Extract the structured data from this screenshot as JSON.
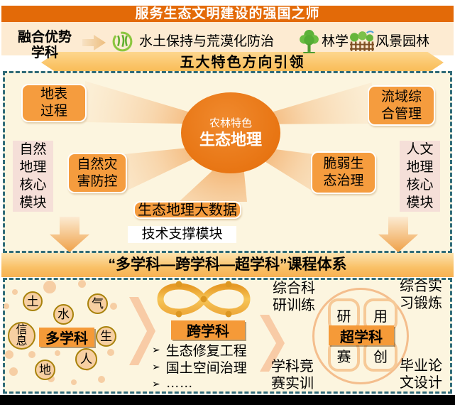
{
  "top_banner": {
    "text": "服务生态文明建设的强国之师"
  },
  "fusion": {
    "line1": "融合优势",
    "line2": "学科"
  },
  "disciplines": {
    "soil": "水土保持与荒漠化防治",
    "forestry": "林学",
    "landscape": "风景园林"
  },
  "ribbon": {
    "text": "五大特色方向引领"
  },
  "middle": {
    "center": {
      "top": "农林特色",
      "main": "生态地理"
    },
    "boxes": [
      {
        "id": "surface-process",
        "lines": [
          "地表",
          "过程"
        ]
      },
      {
        "id": "watershed-management",
        "lines": [
          "流域综",
          "合管理"
        ]
      },
      {
        "id": "disaster-prevention",
        "lines": [
          "自然灾",
          "害防控"
        ]
      },
      {
        "id": "fragile-eco-governance",
        "lines": [
          "脆弱生",
          "态治理"
        ]
      },
      {
        "id": "eco-geo-bigdata",
        "lines": [
          "生态地理大数据"
        ]
      }
    ],
    "support": "技术支撑模块",
    "left_module": [
      "自然",
      "地理",
      "核心",
      "模块"
    ],
    "right_module": [
      "人文",
      "地理",
      "核心",
      "模块"
    ]
  },
  "bottom_banner": {
    "text": "“多学科—跨学科—超学科”课程体系"
  },
  "bottom": {
    "multi": {
      "label": "多学科",
      "bubbles": [
        "土",
        "水",
        "气",
        "生",
        "人",
        "地"
      ],
      "info_bubble": [
        "信",
        "息"
      ]
    },
    "cross": {
      "label": "跨学科",
      "bullet": "➢",
      "items": [
        "生态修复工程",
        "国土空间治理",
        "……"
      ]
    },
    "super": {
      "label": "超学科",
      "quadrants": [
        "研",
        "用",
        "赛",
        "创"
      ]
    },
    "annotations": {
      "research": [
        "综合科",
        "研训练"
      ],
      "competition": [
        "学科竞",
        "赛实训"
      ],
      "practice": [
        "综合实",
        "习锻炼"
      ],
      "thesis": [
        "毕业论",
        "文设计"
      ]
    }
  },
  "colors": {
    "banner_orange": "#E36A08",
    "box_orange": "#F59C3E",
    "amber_ribbon": "#FAC263",
    "cream_panel": "#FCF5DF",
    "teal_dash": "#306B78",
    "peach_row": "#FDEBD2",
    "pink_module": "#F5DFD8",
    "bubble_fill": "#F7CFA2",
    "bubble_border": "#A8820B",
    "gold_infinity": "#EFAD3F",
    "green_icon": "#6ABD43"
  }
}
